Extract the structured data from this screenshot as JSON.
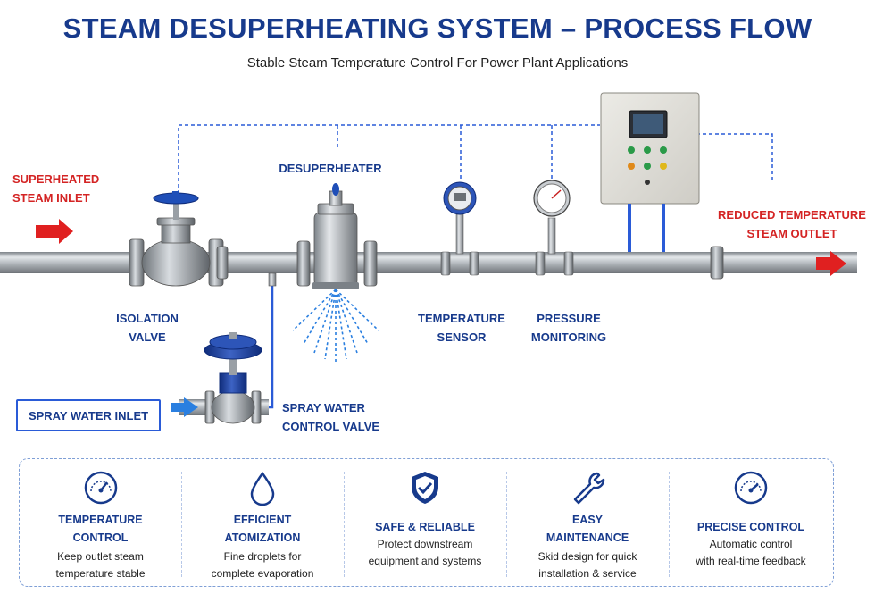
{
  "title": "STEAM DESUPERHEATING SYSTEM – PROCESS FLOW",
  "subtitle": "Stable Steam Temperature Control For Power Plant Applications",
  "labels": {
    "inlet_line1": "SUPERHEATED",
    "inlet_line2": "STEAM INLET",
    "outlet_line1": "REDUCED TEMPERATURE",
    "outlet_line2": "STEAM OUTLET",
    "desuperheater": "DESUPERHEATER",
    "isolation_line1": "ISOLATION",
    "isolation_line2": "VALVE",
    "tempsensor_line1": "TEMPERATURE",
    "tempsensor_line2": "SENSOR",
    "pressure_line1": "PRESSURE",
    "pressure_line2": "MONITORING",
    "spray_valve_line1": "SPRAY WATER",
    "spray_valve_line2": "CONTROL VALVE",
    "spray_inlet": "SPRAY WATER INLET"
  },
  "features": [
    {
      "icon": "gauge-icon",
      "name_line1": "TEMPERATURE",
      "name_line2": "CONTROL",
      "desc_line1": "Keep outlet steam",
      "desc_line2": "temperature stable"
    },
    {
      "icon": "droplet-icon",
      "name_line1": "EFFICIENT",
      "name_line2": "ATOMIZATION",
      "desc_line1": "Fine droplets for",
      "desc_line2": "complete evaporation"
    },
    {
      "icon": "shield-check-icon",
      "name_line1": "SAFE & RELIABLE",
      "name_line2": "",
      "desc_line1": "Protect downstream",
      "desc_line2": "equipment and systems"
    },
    {
      "icon": "wrench-icon",
      "name_line1": "EASY",
      "name_line2": "MAINTENANCE",
      "desc_line1": "Skid design for quick",
      "desc_line2": "installation & service"
    },
    {
      "icon": "gauge-icon",
      "name_line1": "PRECISE CONTROL",
      "name_line2": "",
      "desc_line1": "Automatic control",
      "desc_line2": "with real-time feedback"
    }
  ],
  "colors": {
    "title": "#173a8c",
    "accent_red": "#d42424",
    "signal_blue": "#2a5bd7",
    "pipe_steel": "#a9aeb4"
  }
}
